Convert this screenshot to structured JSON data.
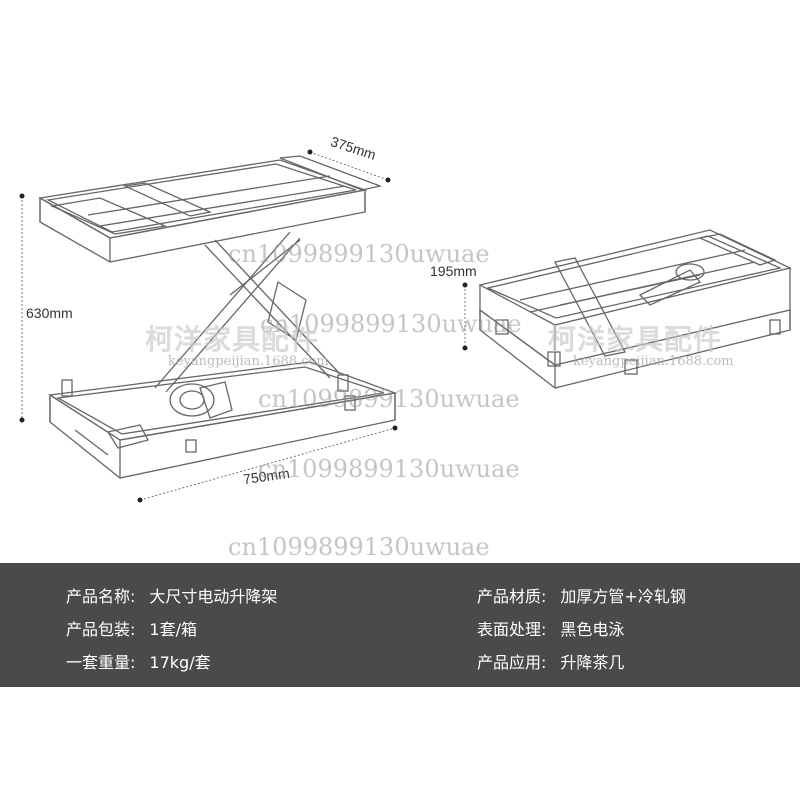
{
  "dimensions": {
    "width_top": "375mm",
    "height_raised": "630mm",
    "length": "750mm",
    "height_folded": "195mm"
  },
  "watermarks": {
    "code": "cn1099899130uwuae",
    "brand": "柯洋家具配件",
    "site": "keyangpeijian.1688.com"
  },
  "specs": {
    "left": [
      {
        "label": "产品名称:",
        "value": "大尺寸电动升降架"
      },
      {
        "label": "产品包装:",
        "value": "1套/箱"
      },
      {
        "label": "一套重量:",
        "value": "17kg/套"
      }
    ],
    "right": [
      {
        "label": "产品材质:",
        "value": "加厚方管+冷轧钢"
      },
      {
        "label": "表面处理:",
        "value": "黑色电泳"
      },
      {
        "label": "产品应用:",
        "value": "升降茶几"
      }
    ]
  },
  "colors": {
    "band": "#4a4a4a",
    "line": "#555555"
  }
}
